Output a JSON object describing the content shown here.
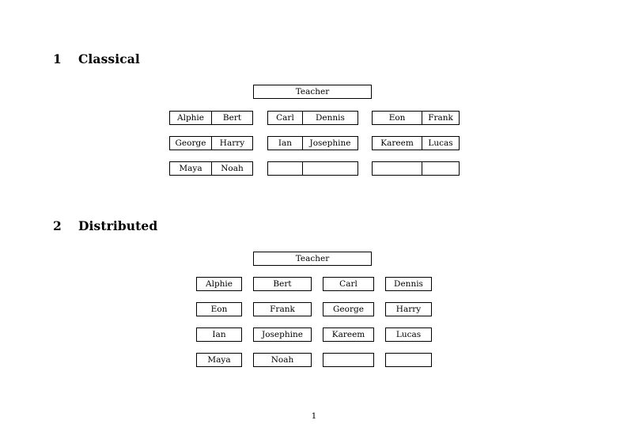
{
  "document": {
    "page_number": "1",
    "sections": [
      {
        "number": "1",
        "title": "Classical",
        "layout": "grouped-pairs",
        "root": {
          "label": "Teacher"
        },
        "rows": [
          {
            "groups": [
              {
                "cells": [
                  "Alphie",
                  "Bert"
                ]
              },
              {
                "cells": [
                  "Carl",
                  "Dennis"
                ]
              },
              {
                "cells": [
                  "Eon",
                  "Frank"
                ]
              }
            ]
          },
          {
            "groups": [
              {
                "cells": [
                  "George",
                  "Harry"
                ]
              },
              {
                "cells": [
                  "Ian",
                  "Josephine"
                ]
              },
              {
                "cells": [
                  "Kareem",
                  "Lucas"
                ]
              }
            ]
          },
          {
            "groups": [
              {
                "cells": [
                  "Maya",
                  "Noah"
                ]
              },
              {
                "cells": [
                  "",
                  ""
                ]
              },
              {
                "cells": [
                  "",
                  ""
                ]
              }
            ]
          }
        ]
      },
      {
        "number": "2",
        "title": "Distributed",
        "layout": "single-cells",
        "root": {
          "label": "Teacher"
        },
        "rows": [
          {
            "cells": [
              "Alphie",
              "Bert",
              "Carl",
              "Dennis"
            ]
          },
          {
            "cells": [
              "Eon",
              "Frank",
              "George",
              "Harry"
            ]
          },
          {
            "cells": [
              "Ian",
              "Josephine",
              "Kareem",
              "Lucas"
            ]
          },
          {
            "cells": [
              "Maya",
              "Noah",
              "",
              ""
            ]
          }
        ]
      }
    ]
  },
  "style": {
    "border_color": "#000000",
    "text_color": "#000000",
    "background_color": "#ffffff"
  }
}
